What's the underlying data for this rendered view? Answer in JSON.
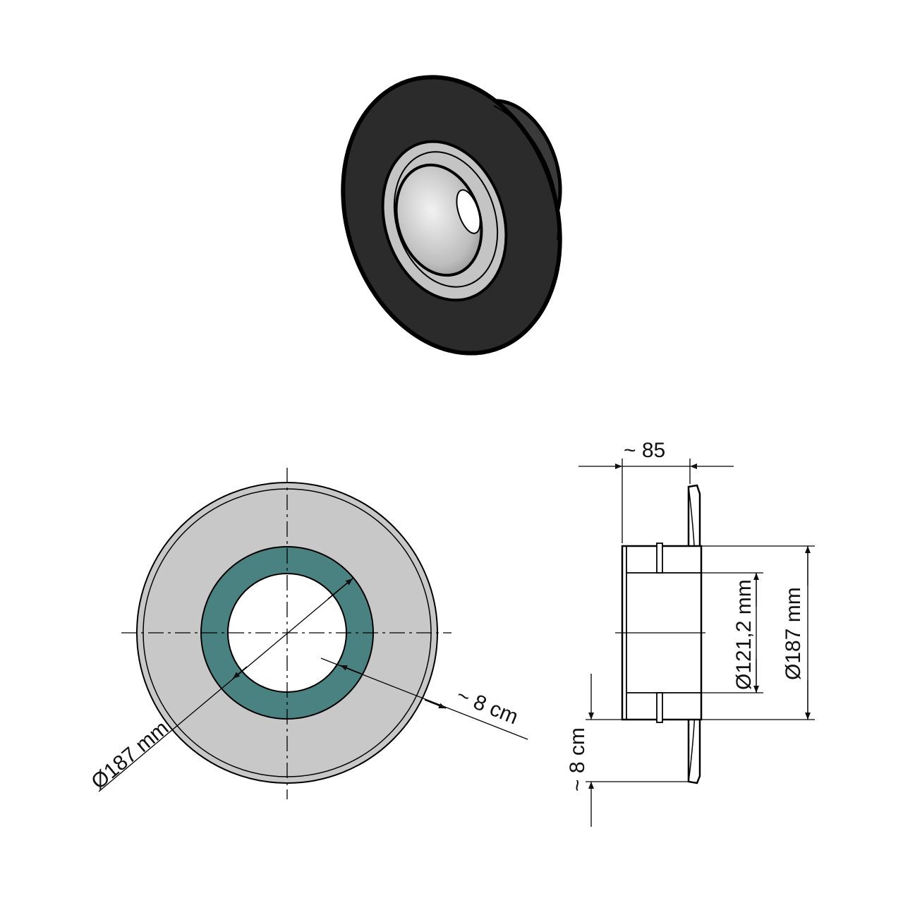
{
  "colors": {
    "flange_dark": "#2b2b2b",
    "inner_light": "#c9c9c9",
    "plate_gray": "#c8c8c8",
    "ring_teal": "#4a8282",
    "line": "#111111"
  },
  "views": {
    "isometric": {
      "icon": "rosette-flange-3d"
    },
    "front": {
      "diameter_label": "Ø187 mm",
      "ring_label": "~ 8 cm"
    },
    "side": {
      "depth_label": "~ 85",
      "inner_diameter_label": "Ø121,2 mm",
      "outer_diameter_label": "Ø187 mm",
      "ring_label": "~ 8 cm"
    }
  }
}
